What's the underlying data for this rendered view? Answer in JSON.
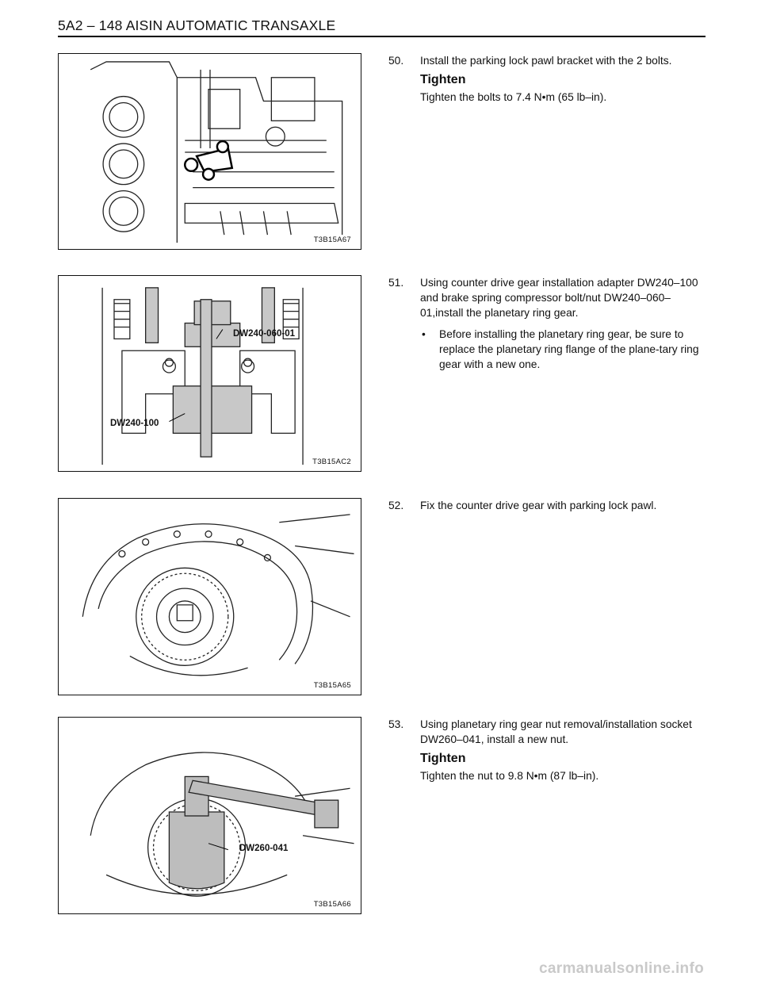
{
  "header": {
    "title": "5A2 – 148 AISIN AUTOMATIC TRANSAXLE"
  },
  "steps": [
    {
      "num": "50.",
      "text": "Install the parking lock pawl bracket with the 2 bolts.",
      "sub_heading": "Tighten",
      "sub_text": "Tighten the bolts to 7.4 N•m (65 lb–in).",
      "figure": {
        "code": "T3B15A67"
      }
    },
    {
      "num": "51.",
      "text": "Using counter drive gear installation adapter DW240–100 and brake spring compressor bolt/nut DW240–060–01,install the planetary ring gear.",
      "bullet": "Before installing the planetary ring gear, be sure to replace the planetary ring flange of the plane-tary ring gear with a new one.",
      "bullet_mark": "•",
      "figure": {
        "code": "T3B15AC2",
        "label_1": "DW240-060-01",
        "label_2": "DW240-100"
      }
    },
    {
      "num": "52.",
      "text": "Fix the counter drive gear with parking lock pawl.",
      "figure": {
        "code": "T3B15A65"
      }
    },
    {
      "num": "53.",
      "text": "Using planetary ring gear nut removal/installation socket DW260–041, install a new nut.",
      "sub_heading": "Tighten",
      "sub_text": "Tighten the nut to 9.8 N•m (87 lb–in).",
      "figure": {
        "code": "T3B15A66",
        "label_1": "DW260-041"
      }
    }
  ],
  "footer": {
    "watermark": "carmanualsonline.info"
  }
}
